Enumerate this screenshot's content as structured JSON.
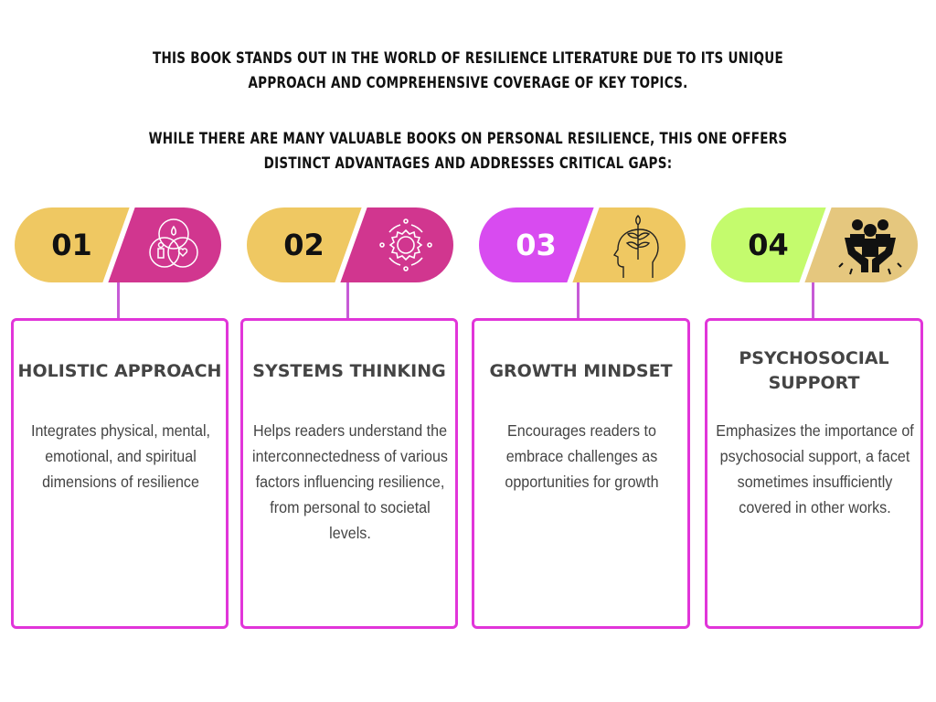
{
  "intro": {
    "paragraph1": "THIS BOOK STANDS OUT IN THE WORLD OF RESILIENCE LITERATURE DUE TO ITS UNIQUE APPROACH AND COMPREHENSIVE COVERAGE OF KEY TOPICS.",
    "paragraph2": "WHILE THERE ARE MANY VALUABLE BOOKS ON PERSONAL RESILIENCE, THIS ONE OFFERS DISTINCT ADVANTAGES AND ADDRESSES CRITICAL GAPS:"
  },
  "items": [
    {
      "number": "01",
      "title": "HOLISTIC APPROACH",
      "body": "Integrates physical, mental, emotional, and spiritual dimensions of resilience",
      "icon": "venn-wellbeing-icon",
      "left_color": "#efc862",
      "right_color": "#d1368f",
      "number_color": "#111111"
    },
    {
      "number": "02",
      "title": "SYSTEMS THINKING",
      "body": "Helps readers understand the interconnectedness of various factors influencing resilience, from personal to societal levels.",
      "icon": "gear-cycle-icon",
      "left_color": "#efc862",
      "right_color": "#d1368f",
      "number_color": "#111111"
    },
    {
      "number": "03",
      "title": "GROWTH MINDSET",
      "body": "Encourages readers to embrace challenges as opportunities for growth",
      "icon": "head-plant-icon",
      "left_color": "#d84bf0",
      "right_color": "#efc862",
      "number_color": "#ffffff"
    },
    {
      "number": "04",
      "title": "PSYCHOSOCIAL SUPPORT",
      "body": "Emphasizes the importance of psychosocial support, a facet sometimes insufficiently covered in other works.",
      "icon": "hands-people-icon",
      "left_color": "#c4fb6d",
      "right_color": "#e5c77e",
      "number_color": "#111111"
    }
  ]
}
